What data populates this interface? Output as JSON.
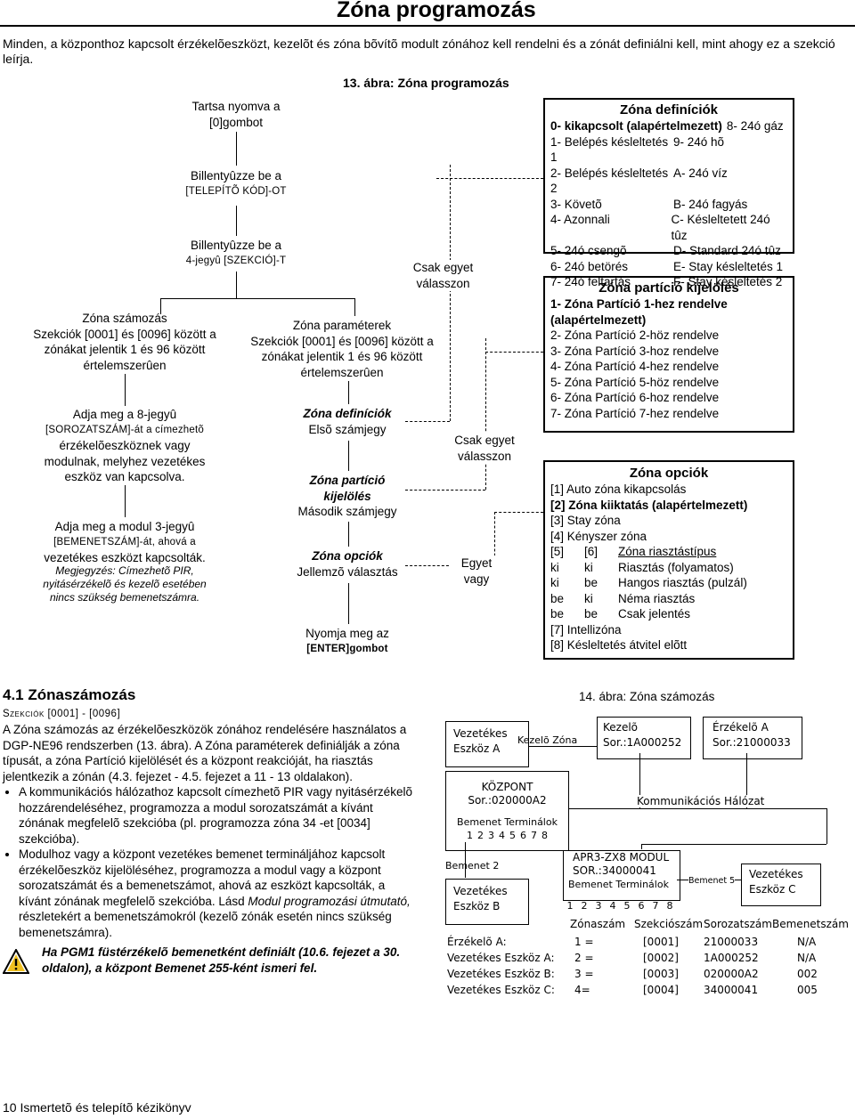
{
  "header": {
    "title": "Zóna programozás",
    "intro": "Minden, a központhoz kapcsolt érzékelõeszközt, kezelõt és zóna bõvítõ modult zónához kell rendelni és a zónát definiálni kell, mint ahogy ez a szekció leírja."
  },
  "fig13": {
    "caption": "13. ábra: Zóna programozás",
    "step1": [
      "Tartsa nyomva a",
      "[0]gombot"
    ],
    "step2": [
      "Billentyûzze be a",
      "[TELEPÍTÕ KÓD]-OT"
    ],
    "step3": [
      "Billentyûzze be a",
      "4-jegyû [SZEKCIÓ]-T"
    ],
    "zone_numbering": [
      "Zóna számozás",
      "Szekciók [0001] és [0096] között a",
      "zónákat jelentik 1 és 96 között",
      "értelemszerûen"
    ],
    "serial_box": [
      "Adja meg a 8-jegyû",
      "[SOROZATSZÁM]-át a címezhetõ",
      "érzékelõeszköznek vagy",
      "modulnak, melyhez vezetékes",
      "eszköz van kapcsolva."
    ],
    "module_box": [
      "Adja meg a modul 3-jegyû",
      "[BEMENETSZÁM]-át, ahová a",
      "vezetékes eszközt kapcsolták."
    ],
    "module_note": [
      "Megjegyzés: Címezhetõ PIR,",
      "nyitásérzékelõ és kezelõ esetében",
      "nincs szükség bemenetszámra."
    ],
    "zone_params": [
      "Zóna paraméterek",
      "Szekciók [0001] és [0096] között a",
      "zónákat jelentik 1 és 96 között",
      "értelemszerûen"
    ],
    "zdef": [
      "Zóna definíciók",
      "Elsõ számjegy"
    ],
    "zpart": [
      "Zóna partíció",
      "kijelölés",
      "Második számjegy"
    ],
    "zopt": [
      "Zóna opciók",
      "Jellemzõ választás"
    ],
    "enter": [
      "Nyomja meg az",
      "[ENTER]gombot"
    ],
    "choose1": [
      "Csak egyet",
      "válasszon"
    ],
    "choose2": [
      "Csak egyet",
      "válasszon"
    ],
    "oneor": [
      "Egyet",
      "vagy"
    ],
    "zone_definitions": {
      "title": "Zóna definíciók",
      "first": "0- kikapcsolt (alapértelmezett)",
      "first_b": "8- 24ó gáz",
      "rows": [
        [
          "1- Belépés késleltetés 1",
          "9- 24ó hõ"
        ],
        [
          "2- Belépés késleltetés 2",
          "A- 24ó víz"
        ],
        [
          "3- Követõ",
          "B- 24ó fagyás"
        ],
        [
          "4- Azonnali",
          "C- Késleltetett 24ó tûz"
        ],
        [
          "5- 24ó csengõ",
          "D- Standard 24ó tûz"
        ],
        [
          "6- 24ó betörés",
          "E- Stay késleltetés 1"
        ],
        [
          "7- 24ó feltartás",
          "F- Stay késleltetés 2"
        ]
      ]
    },
    "zone_partition": {
      "title": "Zóna partíció kijelölés",
      "default1": "1- Zóna Partíció 1-hez rendelve",
      "default2": "(alapértelmezett)",
      "rows": [
        "2- Zóna Partíció 2-höz rendelve",
        "3- Zóna Partíció 3-hoz rendelve",
        "4- Zóna Partíció 4-hez rendelve",
        "5- Zóna Partíció 5-höz rendelve",
        "6- Zóna Partíció 6-hoz rendelve",
        "7- Zóna Partíció 7-hez rendelve"
      ]
    },
    "zone_options": {
      "title": "Zóna opciók",
      "o1": "[1] Auto zóna kikapcsolás",
      "o2": "[2] Zóna kiiktatás (alapértelmezett)",
      "o3": "[3] Stay zóna",
      "o4": "[4] Kényszer zóna",
      "o56": [
        "[5]",
        "[6]",
        "Zóna riasztástípus"
      ],
      "alarm": [
        [
          "ki",
          "ki",
          "Riasztás (folyamatos)"
        ],
        [
          "ki",
          "be",
          "Hangos riasztás (pulzál)"
        ],
        [
          "be",
          "ki",
          "Néma riasztás"
        ],
        [
          "be",
          "be",
          "Csak jelentés"
        ]
      ],
      "o7": "[7] Intellizóna",
      "o8": "[8] Késleltetés átvitel elõtt"
    }
  },
  "section": {
    "heading": "4.1 Zónaszámozás",
    "sub": "Szekciók [0001] - [0096]",
    "para": "A Zóna számozás az érzékelõeszközök zónához rendelésére használatos a DGP-NE96 rendszerben (13. ábra). A Zóna paraméterek definiálják a zóna típusát, a zóna Partíció kijelölését és a központ reakcióját, ha riasztás jelentkezik a zónán (4.3. fejezet - 4.5. fejezet a 11 - 13 oldalakon).",
    "bullet1": "A kommunikációs hálózathoz kapcsolt címezhetõ PIR vagy nyitásérzékelõ hozzárendeléséhez, programozza a modul sorozatszámát a kívánt zónának megfelelõ szekcióba (pl. programozza zóna 34 -et [0034] szekcióba).",
    "bullet2_a": "Modulhoz vagy a központ vezetékes bemenet termináljához kapcsolt érzékelõeszköz kijelöléséhez, programozza a modul vagy a központ sorozatszámát és a bemenetszámot, ahová az eszközt kapcsolták, a kívánt zónának megfelelõ szekcióba. Lásd ",
    "bullet2_i": "Modul programozási útmutató,",
    "bullet2_b": " részletekért a bemenetszámokról (kezelõ zónák esetén nincs szükség bemenetszámra).",
    "warning": "Ha PGM1 füstérzékelõ bemenetként definiált (10.6. fejezet a 30. oldalon), a központ Bemenet 255-ként ismeri fel."
  },
  "fig14": {
    "caption": "14. ábra:  Zóna számozás",
    "wired_a": [
      "Vezetékes",
      "Eszköz A"
    ],
    "keypad_zone": "Kezelõ Zóna",
    "keypad": [
      "Kezelõ",
      "Sor.:1A000252"
    ],
    "sensor_a": [
      "Érzékelõ A",
      "Sor.:21000033"
    ],
    "central": [
      "KÖZPONT",
      "Sor.:020000A2"
    ],
    "input_terminals": "Bemenet Terminálok",
    "terminals": [
      "1",
      "2",
      "3",
      "4",
      "5",
      "6",
      "7",
      "8"
    ],
    "network": "Kommunikációs Hálózat",
    "input2": "Bemenet 2",
    "wired_b": [
      "Vezetékes",
      "Eszköz B"
    ],
    "module": [
      "APR3-ZX8 MODUL",
      "SOR.:34000041",
      "Bemenet Terminálok"
    ],
    "input5": "Bemenet 5",
    "wired_c": [
      "Vezetékes",
      "Eszköz C"
    ],
    "table_header": [
      "Zónaszám",
      "Szekciószám",
      "Sorozatszám",
      "Bemenetszám"
    ],
    "rows": [
      [
        "Érzékelõ A:",
        "1 =",
        "[0001]",
        "21000033",
        "N/A"
      ],
      [
        "Vezetékes Eszköz A:",
        "2 =",
        "[0002]",
        "1A000252",
        "N/A"
      ],
      [
        "Vezetékes Eszköz B:",
        "3 =",
        "[0003]",
        "020000A2",
        "002"
      ],
      [
        "Vezetékes Eszköz C:",
        "4=",
        "[0004]",
        "34000041",
        "005"
      ]
    ]
  },
  "footer": "10 Ismertetõ és telepítõ kézikönyv"
}
